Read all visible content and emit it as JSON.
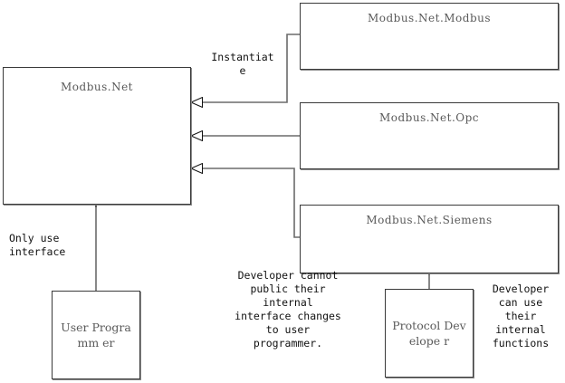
{
  "diagram": {
    "type": "uml-class-diagram",
    "background": "#ffffff",
    "line_color": "#3a3a3a",
    "text_color": "#5a5a5a",
    "note_color": "#111111"
  },
  "boxes": {
    "core": {
      "label": "Modbus.Net"
    },
    "modbus": {
      "label": "Modbus.Net.Modbus"
    },
    "opc": {
      "label": "Modbus.Net.Opc"
    },
    "siemens": {
      "label": "Modbus.Net.Siemens"
    },
    "user_programmer": {
      "label": "User Programm er"
    },
    "protocol_developer": {
      "label": "Protocol Develope r"
    }
  },
  "notes": {
    "instantiate": "Instantiat\ne",
    "only_use_interface": "Only use\ninterface",
    "developer_cannot": "Developer cannot\npublic their\ninternal\ninterface changes\nto user\nprogrammer.",
    "developer_can_use": "Developer\ncan use\ntheir\ninternal\nfunctions"
  },
  "connectors": [
    {
      "name": "core-to-modbus",
      "kind": "instantiate-arrow",
      "from": "Modbus.Net",
      "to": "Modbus.Net.Modbus"
    },
    {
      "name": "core-to-opc",
      "kind": "instantiate-arrow",
      "from": "Modbus.Net",
      "to": "Modbus.Net.Opc"
    },
    {
      "name": "core-to-siemens",
      "kind": "instantiate-arrow",
      "from": "Modbus.Net",
      "to": "Modbus.Net.Siemens"
    },
    {
      "name": "user-programmer-to-core",
      "kind": "generalization",
      "from": "User Programm er",
      "to": "Modbus.Net"
    },
    {
      "name": "protocol-developer-to-siemens",
      "kind": "generalization",
      "from": "Protocol Develope r",
      "to": "Modbus.Net.Siemens"
    }
  ]
}
